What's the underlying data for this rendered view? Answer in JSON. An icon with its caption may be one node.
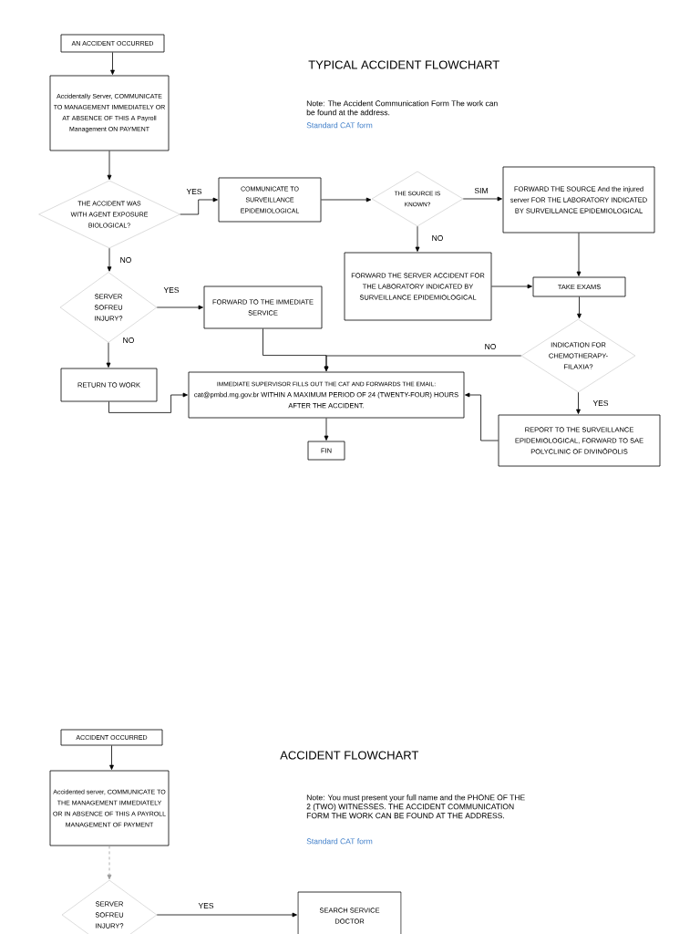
{
  "diagram": {
    "title": "TYPICAL ACCIDENT FLOWCHART",
    "nodes": [
      {
        "text": [
          "AN ACCIDENT OCCURRED"
        ]
      },
      {
        "text": [
          "Accidentally Server, COMMUNICATE TO MANAGEMENT IMMEDIATELY OR AT ABSENCE OF THIS A Payroll Management ON PAYMENT"
        ]
      },
      {
        "text": [
          "THE ACCIDENT WAS WITH AGENT EXPOSURE BIOLOGICAL?"
        ]
      },
      {
        "text": [
          "COMMUNICATE TO SURVEILLANCE EPIDEMIOLOGICAL"
        ]
      },
      {
        "text": [
          "THE SOURCE IS KNOWN?"
        ]
      },
      {
        "text": [
          "FORWARD THE SOURCE And the injured server FOR THE LABORATORY INDICATED BY SURVEILLANCE EPIDEMIOLOGICAL"
        ]
      },
      {
        "text": [
          "FORWARD THE SERVER ACCIDENT FOR THE LABORATORY INDICATED BY SURVEILLANCE EPIDEMIOLOGICAL"
        ]
      },
      {
        "text": [
          "TAKE EXAMS"
        ]
      },
      {
        "text": [
          "SERVER SOFREU INJURY?"
        ]
      },
      {
        "text": [
          "FORWARD TO THE IMMEDIATE SERVICE"
        ]
      },
      {
        "text": [
          "INDICATION FOR CHEMOTHERAPY-FILAXIA?"
        ]
      },
      {
        "text": [
          "RETURN TO WORK"
        ]
      },
      {
        "text": [
          "IMMEDIATE SUPERVISOR FILLS OUT THE CAT AND FORWARDS THE EMAIL:",
          "cat@pmbd.mg.gov.br WITHIN A MAXIMUM PERIOD OF 24 (TWENTY-FOUR) HOURS AFTER THE ACCIDENT."
        ]
      },
      {
        "text": [
          "REPORT TO THE SURVEILLANCE EPIDEMIOLOGICAL, FORWARD TO SAE POLYCLINIC OF DIVINÓPOLIS"
        ]
      },
      {
        "text": [
          "FIN"
        ]
      },
      {
        "text": [
          "ACCIDENT OCCURRED"
        ]
      },
      {
        "text": [
          "Accidented server, COMMUNICATE TO THE MANAGEMENT IMMEDIATELY OR IN ABSENCE OF THIS A PAYROLL MANAGEMENT OF PAYMENT"
        ]
      },
      {
        "text": [
          "SERVER SOFREU INJURY?"
        ]
      },
      {
        "text": [
          "SEARCH SERVICE DOCTOR"
        ]
      }
    ],
    "edges": [
      {
        "from": 0,
        "to": 1,
        "arrow": "to"
      },
      {
        "from": 1,
        "to": 2,
        "arrow": "to"
      },
      {
        "from": 2,
        "to": 3,
        "arrow": "to",
        "label": "YES"
      },
      {
        "from": 3,
        "to": 4,
        "arrow": "to"
      },
      {
        "from": 4,
        "to": 5,
        "arrow": "to",
        "label": "SIM"
      },
      {
        "from": 4,
        "to": 6,
        "arrow": "to",
        "label": "NO"
      },
      {
        "from": 5,
        "to": 7,
        "arrow": "to"
      },
      {
        "from": 6,
        "to": 7,
        "arrow": "to"
      },
      {
        "from": 2,
        "to": 8,
        "arrow": "to",
        "label": "NO"
      },
      {
        "from": 8,
        "to": 9,
        "arrow": "to",
        "label": "YES"
      },
      {
        "from": 8,
        "to": 11,
        "arrow": "to",
        "label": "NO"
      },
      {
        "from": 7,
        "to": 10,
        "arrow": "to"
      },
      {
        "from": 9,
        "to": 12,
        "arrow": "to"
      },
      {
        "from": 10,
        "to": 12,
        "arrow": "to",
        "label": "NO"
      },
      {
        "from": 10,
        "to": 13,
        "arrow": "to",
        "label": "YES"
      },
      {
        "from": 11,
        "to": 12,
        "arrow": "to"
      },
      {
        "from": 13,
        "to": 12,
        "arrow": "to"
      },
      {
        "from": 12,
        "to": 14,
        "arrow": "to"
      },
      {
        "from": 15,
        "to": 16,
        "arrow": "to"
      },
      {
        "from": 16,
        "to": 17,
        "arrow": "to",
        "style": "dashed",
        "color": "#999999"
      },
      {
        "from": 17,
        "to": 18,
        "arrow": "to",
        "label": "YES"
      }
    ],
    "labels": [
      "Note: The Accident Communication Form The work can be found at the address.",
      "Standard CAT form",
      "ACCIDENT FLOWCHART",
      "Note: You must present your full name and the PHONE OF THE 2 (TWO) WITNESSES. THE ACCIDENT COMMUNICATION FORM THE WORK CAN BE FOUND AT THE ADDRESS.",
      "Standard CAT form"
    ]
  }
}
